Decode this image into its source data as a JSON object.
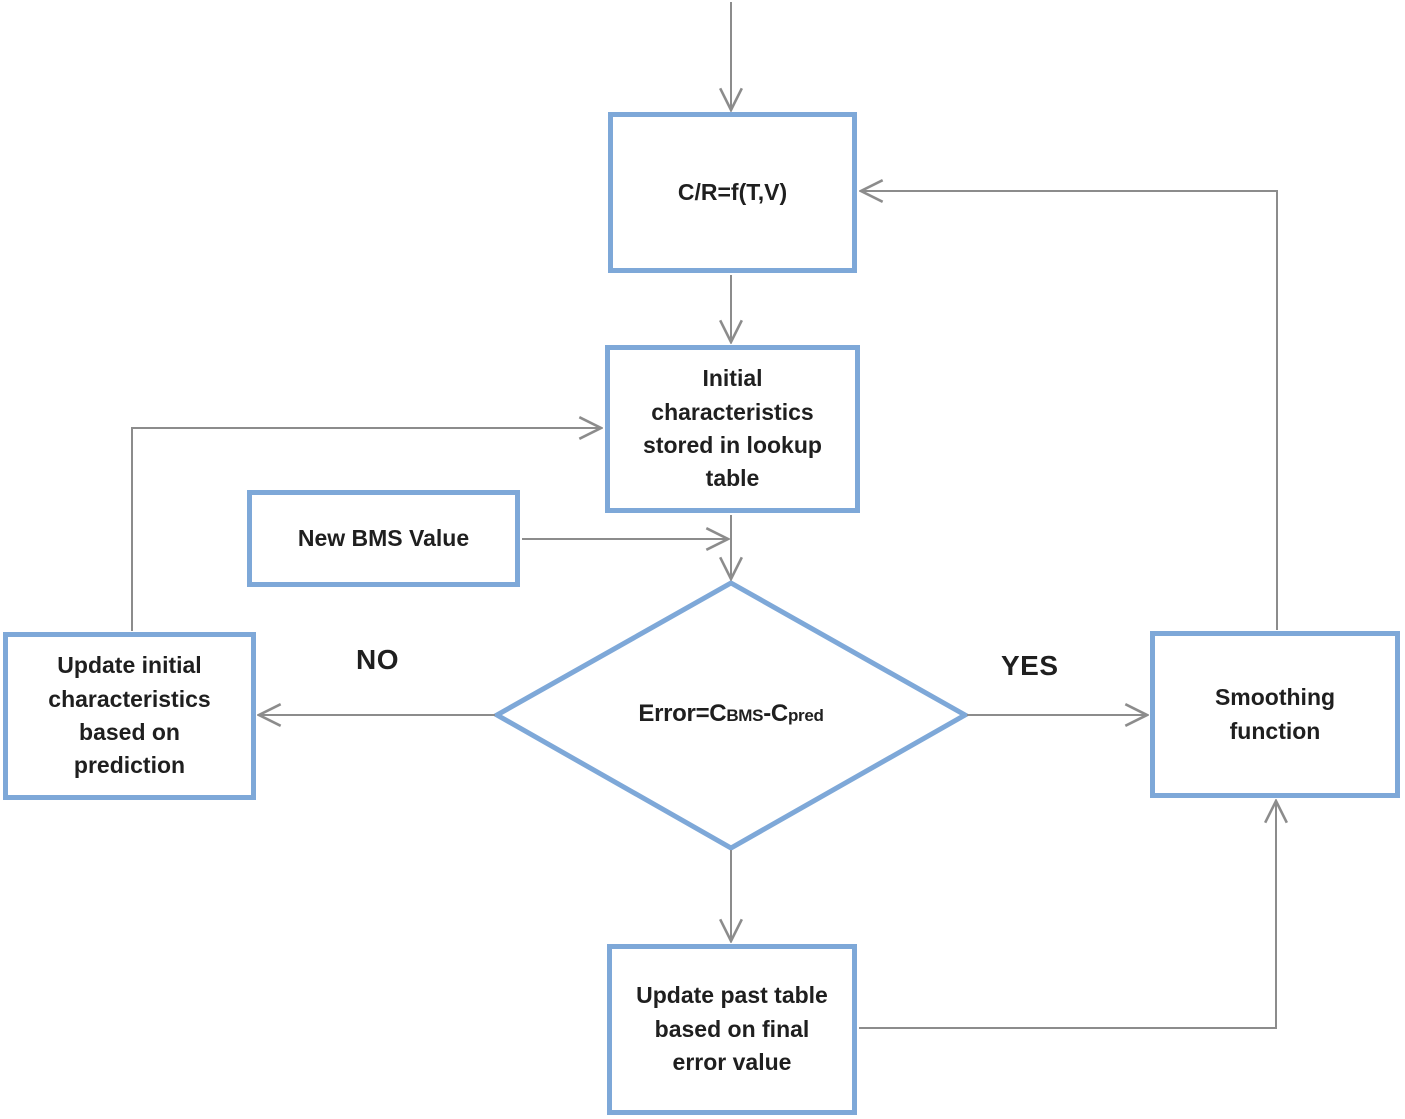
{
  "diagram": {
    "type": "flowchart",
    "nodes": {
      "crf": {
        "label": "C/R=f(T,V)"
      },
      "initial_characteristics": {
        "label": "Initial characteristics stored in lookup table"
      },
      "new_bms": {
        "label": "New BMS Value"
      },
      "decision": {
        "label_full": "Error=CBMS-Cpred",
        "part_main1": "Error=C",
        "part_sub1": "BMS",
        "part_main2": "-C",
        "part_sub2": "pred"
      },
      "update_initial": {
        "label": "Update initial characteristics based on prediction"
      },
      "smoothing": {
        "label": "Smoothing function"
      },
      "update_past": {
        "label": "Update past table based on final error value"
      }
    },
    "edge_labels": {
      "no": "NO",
      "yes": "YES"
    },
    "edges": [
      "start -> crf",
      "crf -> initial_characteristics",
      "initial_characteristics -> decision",
      "new_bms -> decision-input-line",
      "decision -> update_initial (NO)",
      "decision -> smoothing (YES)",
      "decision -> update_past",
      "update_past -> smoothing",
      "smoothing -> crf",
      "update_initial -> initial_characteristics"
    ],
    "colors": {
      "node_border": "#7EA8D8",
      "connector": "#8C8C8C",
      "text": "#1F1F1F",
      "background": "#FFFFFF"
    }
  }
}
